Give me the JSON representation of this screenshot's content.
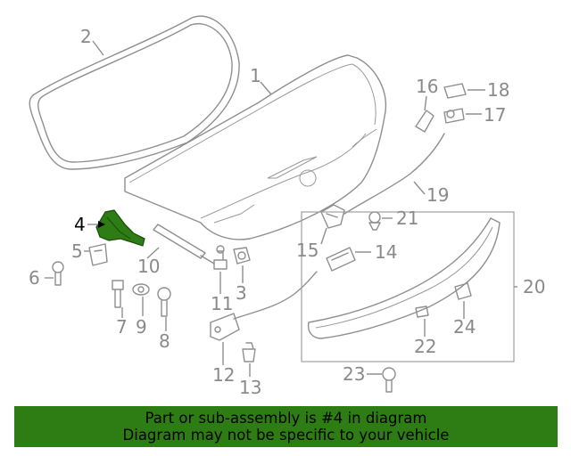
{
  "callouts": {
    "c1": "1",
    "c2": "2",
    "c3": "3",
    "c4": "4",
    "c5": "5",
    "c6": "6",
    "c7": "7",
    "c8": "8",
    "c9": "9",
    "c10": "10",
    "c11": "11",
    "c12": "12",
    "c13": "13",
    "c14": "14",
    "c15": "15",
    "c16": "16",
    "c17": "17",
    "c18": "18",
    "c19": "19",
    "c20": "20",
    "c21": "21",
    "c22": "22",
    "c23": "23",
    "c24": "24"
  },
  "highlight": {
    "part_number": "4",
    "color": "#2e7d14"
  },
  "banner": {
    "line1": "Part or sub-assembly is #4 in diagram",
    "line2": "Diagram may not be specific to your vehicle",
    "background": "#2e7d14"
  }
}
